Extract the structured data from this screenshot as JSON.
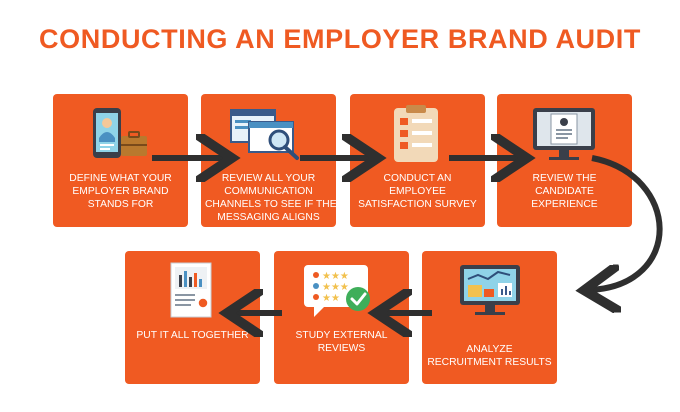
{
  "title": "CONDUCTING AN EMPLOYER BRAND AUDIT",
  "colors": {
    "accent": "#ef5a22",
    "box": "#f05a22",
    "arrow": "#2f2f2f",
    "text_on_box": "#ffffff"
  },
  "steps": [
    {
      "icon": "phone-profile-briefcase-icon",
      "lines": [
        "DEFINE WHAT YOUR",
        "EMPLOYER BRAND",
        "STANDS FOR"
      ]
    },
    {
      "icon": "browser-windows-magnifier-icon",
      "lines": [
        "REVIEW ALL YOUR",
        "COMMUNICATION",
        "CHANNELS TO SEE IF THE",
        "MESSAGING ALIGNS"
      ]
    },
    {
      "icon": "clipboard-survey-icon",
      "lines": [
        "CONDUCT AN",
        "EMPLOYEE",
        "SATISFACTION SURVEY"
      ]
    },
    {
      "icon": "monitor-resume-icon",
      "lines": [
        "REVIEW THE",
        "CANDIDATE",
        "EXPERIENCE"
      ]
    },
    {
      "icon": "monitor-charts-icon",
      "lines": [
        "ANALYZE",
        "RECRUITMENT RESULTS"
      ]
    },
    {
      "icon": "speech-bubble-ratings-check-icon",
      "lines": [
        "STUDY EXTERNAL",
        "REVIEWS"
      ]
    },
    {
      "icon": "report-document-chart-icon",
      "lines": [
        "PUT IT ALL TOGETHER"
      ]
    }
  ]
}
